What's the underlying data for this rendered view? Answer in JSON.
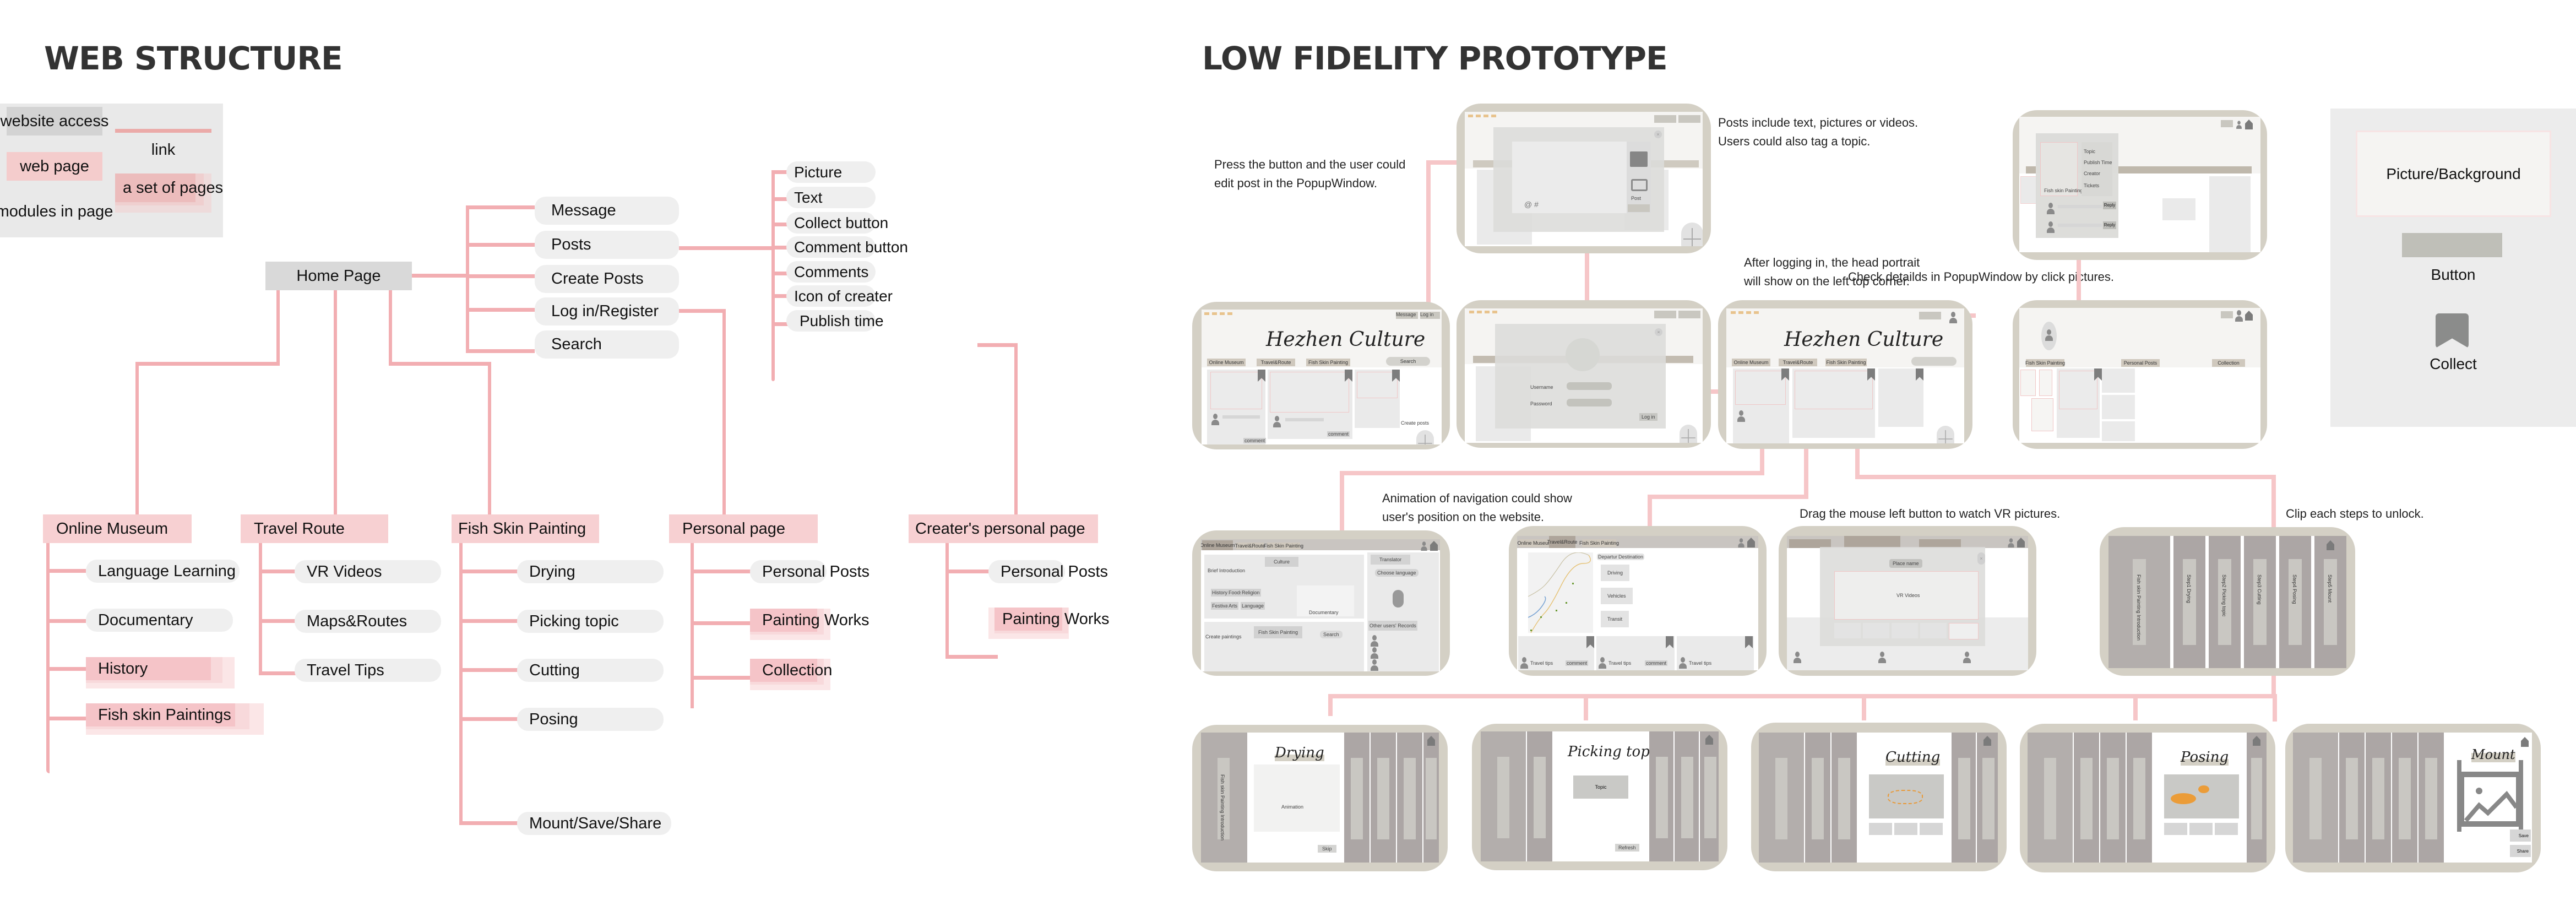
{
  "web_structure": {
    "title": "WEB STRUCTURE",
    "legend": {
      "website_access": "website access",
      "web_page": "web page",
      "modules_in_page": "modules in page",
      "link": "link",
      "set_of_pages": "a set of pages"
    },
    "home": "Home Page",
    "home_modules": [
      "Message",
      "Posts",
      "Create Posts",
      "Log in/Register",
      "Search"
    ],
    "post_modules": [
      "Picture",
      "Text",
      "Collect button",
      "Comment button",
      "Comments",
      "Icon of creater",
      "Publish time"
    ],
    "pages": {
      "online_museum": {
        "label": "Online Museum",
        "modules": [
          "Language Learning",
          "Documentary"
        ],
        "sets": [
          "History",
          "Fish skin Paintings"
        ]
      },
      "travel_route": {
        "label": "Travel Route",
        "modules": [
          "VR Videos",
          "Maps&Routes",
          "Travel Tips"
        ]
      },
      "fish_skin_painting": {
        "label": "Fish Skin Painting",
        "modules": [
          "Drying",
          "Picking topic",
          "Cutting",
          "Posing",
          "Mount/Save/Share"
        ]
      },
      "personal_page": {
        "label": "Personal page",
        "modules": [
          "Personal Posts"
        ],
        "sets": [
          "Painting Works",
          "Collection"
        ]
      },
      "creater_page": {
        "label": "Creater's personal page",
        "modules": [
          "Personal Posts"
        ],
        "sets": [
          "Painting Works"
        ]
      }
    }
  },
  "prototype": {
    "title": "LOW FIDELITY PROTOTYPE",
    "notes": {
      "popup_edit": [
        "Press the button and the user could",
        "edit post in the PopupWindow."
      ],
      "posts_include": [
        "Posts include text, pictures or videos.",
        "Users could also tag a topic."
      ],
      "after_login": [
        "After logging in, the head portrait",
        "will show on the left top corner."
      ],
      "check_details": "Check detailds in PopupWindow by click pictures.",
      "animation_nav": [
        "Animation of navigation could show",
        "user's position on the website."
      ],
      "drag_vr": "Drag the mouse left button to watch VR pictures.",
      "clip_steps": "Clip each steps to unlock."
    },
    "key": {
      "picture_background": "Picture/Background",
      "button": "Button",
      "collect": "Collect"
    },
    "site_title": "Hezhen Culture",
    "nav_tabs": [
      "Online Museum",
      "Travel&Route",
      "Fish Skin Painting"
    ],
    "header_buttons": [
      "Message",
      "Log in"
    ],
    "search_placeholder": "Search",
    "comment_label": "comment",
    "create_posts_label": "Create posts",
    "login_form": {
      "username": "Username",
      "password": "Password",
      "submit": "Log in"
    },
    "popup_post": {
      "symbols": "@ #",
      "post_label": "Post"
    },
    "detail_popup": {
      "fields": [
        "Topic",
        "Publish Time",
        "Creator",
        "Tickets"
      ],
      "picture_label": "Fish skin Painting",
      "reply": "Reply"
    },
    "personal_tabs": [
      "Fish Skin Painting",
      "Personal Posts",
      "Collection"
    ],
    "museum": {
      "culture": "Culture",
      "brief": "Brief Introduction",
      "tags": [
        "History",
        "Foods",
        "Religion",
        "Festival",
        "Arts",
        "Language"
      ],
      "documentary": "Documentary",
      "translator": "Translator",
      "choose_language": "Choose language",
      "other_records": "Other users' Records",
      "create_paintings": "Create paintings",
      "fish_skin_painting": "Fish Skin Painting",
      "search": "Search"
    },
    "travel": {
      "departure": "Departure",
      "destination": "Destination",
      "options": [
        "Driving",
        "Vehicles",
        "Transit"
      ],
      "tips": "Travel tips",
      "comment": "comment"
    },
    "vr": {
      "title": "Place name",
      "label": "VR Videos"
    },
    "steps": [
      "Drying",
      "Picking topic",
      "Cutting",
      "Posing",
      "Mount"
    ],
    "step_strips": [
      "Fish skin Painting Introduction",
      "Step1 Drying",
      "Step2 Picking topic",
      "Step3 Cutting",
      "Step4 Posing",
      "Step5 Mount"
    ],
    "drying": {
      "animation": "Animation",
      "skip": "Skip"
    },
    "picking": {
      "topic": "Topic",
      "refresh": "Refresh"
    },
    "mount": {
      "save": "Save",
      "share": "Share"
    }
  }
}
